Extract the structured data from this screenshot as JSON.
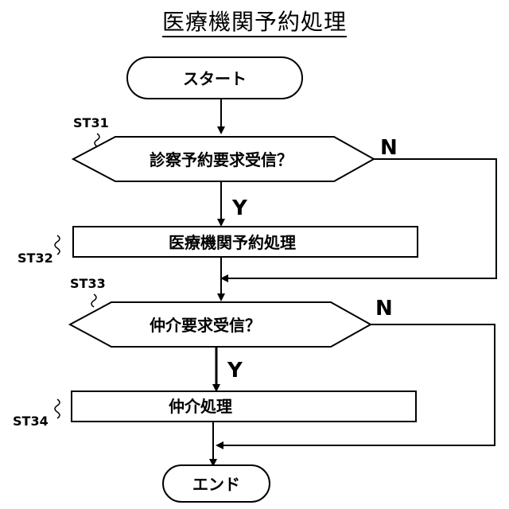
{
  "title": "医療機関予約処理",
  "nodes": {
    "start": "スタート",
    "decision1": "診察予約要求受信？",
    "process1": "医療機関予約処理",
    "decision2": "仲介要求受信？",
    "process2": "仲介処理",
    "end": "エンド"
  },
  "steps": {
    "st31": "ST31",
    "st32": "ST32",
    "st33": "ST33",
    "st34": "ST34"
  },
  "branches": {
    "d1_no": "N",
    "d1_yes": "Y",
    "d2_no": "N",
    "d2_yes": "Y"
  }
}
